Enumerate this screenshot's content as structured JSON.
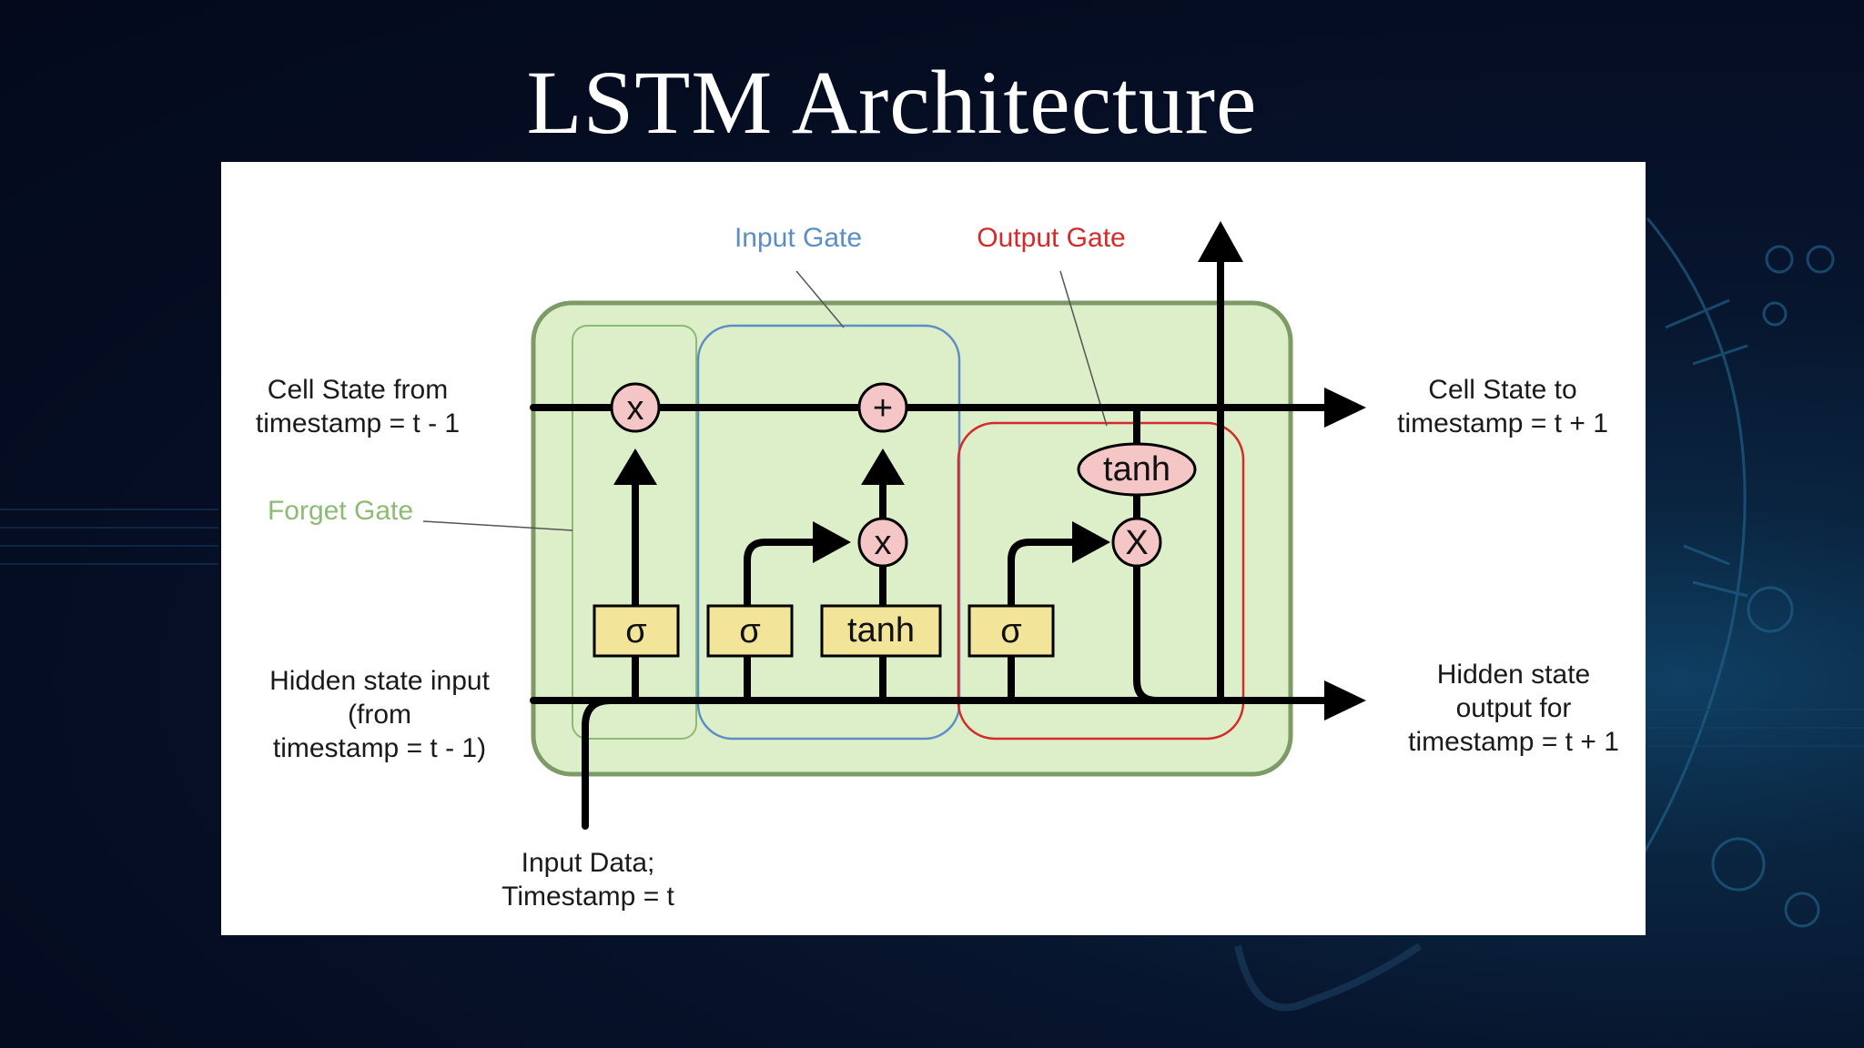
{
  "slide": {
    "title": "LSTM Architecture"
  },
  "diagram": {
    "gates": {
      "forget": "Forget Gate",
      "input": "Input Gate",
      "output": "Output Gate"
    },
    "labels": {
      "cell_in": [
        "Cell State from",
        "timestamp = t - 1"
      ],
      "cell_out": [
        "Cell State to",
        "timestamp = t + 1"
      ],
      "hidden_in": [
        "Hidden state input",
        "(from",
        "timestamp =  t - 1)"
      ],
      "hidden_out": [
        "Hidden state",
        "output for",
        "timestamp = t + 1"
      ],
      "input_data": [
        "Input Data;",
        "Timestamp = t"
      ]
    },
    "operators": {
      "multiply": "x",
      "add": "+",
      "multiply_cap": "X"
    },
    "activations": {
      "sigmoid": "σ",
      "tanh": "tanh"
    },
    "colors": {
      "cell_fill": "#dcefc9",
      "cell_stroke": "#7d9b66",
      "forget_gate": "#8dbb74",
      "input_gate": "#5b8ec4",
      "output_gate": "#d42a2a",
      "operator_fill": "#f4c6c6",
      "activation_fill": "#f2e59a"
    }
  }
}
